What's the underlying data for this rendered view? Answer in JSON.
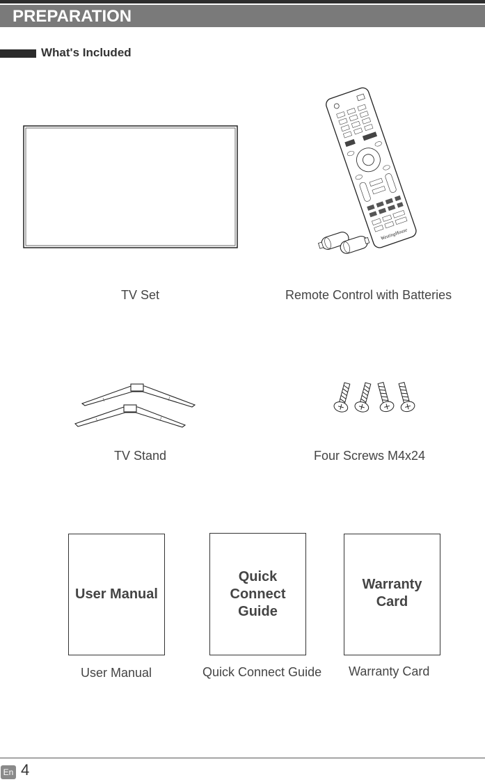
{
  "header": {
    "title": "PREPARATION"
  },
  "section": {
    "title": "What's Included"
  },
  "items": {
    "tv_set": "TV Set",
    "remote": "Remote Control with Batteries",
    "tv_stand": "TV Stand",
    "screws": "Four Screws  M4x24",
    "user_manual": "User Manual",
    "quick_connect": "Quick Connect Guide",
    "warranty": "Warranty Card"
  },
  "documents": {
    "user_manual_cover": "User Manual",
    "quick_connect_cover_lines": [
      "Quick",
      "Connect",
      "Guide"
    ],
    "warranty_cover_lines": [
      "Warranty",
      "Card"
    ]
  },
  "remote_brand": "WestingHouse",
  "footer": {
    "language": "En",
    "page": "4"
  }
}
